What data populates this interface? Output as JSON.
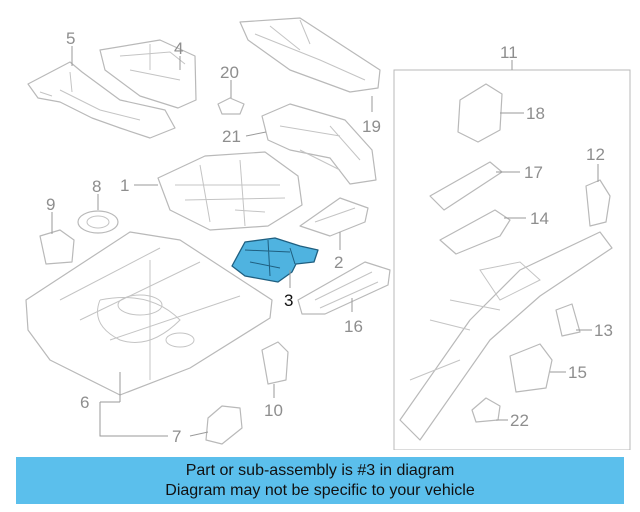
{
  "diagram": {
    "callouts": [
      "1",
      "2",
      "3",
      "4",
      "5",
      "6",
      "7",
      "8",
      "9",
      "10",
      "11",
      "12",
      "13",
      "14",
      "15",
      "16",
      "17",
      "18",
      "19",
      "20",
      "21",
      "22"
    ],
    "highlighted_part": "3"
  },
  "caption": {
    "line1": "Part or sub-assembly is #3 in diagram",
    "line2": "Diagram may not be specific to your vehicle"
  },
  "colors": {
    "caption_bg": "#5bbfec",
    "highlight": "#4fb3e0",
    "line": "#b9b9b9"
  }
}
